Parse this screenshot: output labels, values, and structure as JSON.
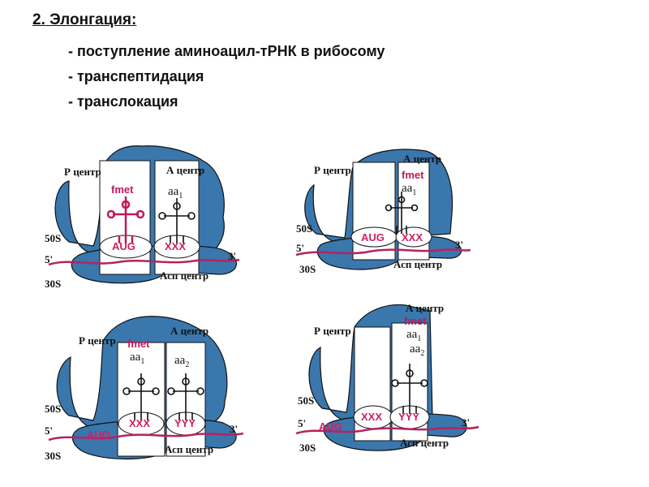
{
  "heading": {
    "number": "2.",
    "title": " Элонгация:"
  },
  "bullets": [
    "- поступление аминоацил-тРНК в рибосому",
    "- транспептидация",
    "- транслокация"
  ],
  "colors": {
    "ribosome": "#3a77ad",
    "mrna": "#b4235f",
    "trna_loaded": "#c2185b",
    "outline": "#111111"
  },
  "panels": [
    {
      "p_label": "Р центр",
      "a_label": "А центр",
      "asp_label": "Асп центр",
      "fmet": "fmet",
      "aa_main": "aa",
      "aa_sub": "1",
      "codon_p": "AUG",
      "codon_a": "XXX",
      "s50": "50S",
      "s30": "30S",
      "five": "5'",
      "three": "3'"
    },
    {
      "p_label": "Р центр",
      "a_label": "А центр",
      "asp_label": "Асп центр",
      "fmet": "fmet",
      "aa_main": "aa",
      "aa_sub": "1",
      "codon_p": "AUG",
      "codon_a": "XXX",
      "s50": "50S",
      "s30": "30S",
      "five": "5'",
      "three": "3'"
    },
    {
      "p_label": "Р центр",
      "a_label": "А центр",
      "asp_label": "Асп центр",
      "fmet": "fmet",
      "aa1_main": "aa",
      "aa1_sub": "1",
      "aa2_main": "aa",
      "aa2_sub": "2",
      "codon_prev": "AUG",
      "codon_p": "XXX",
      "codon_a": "YYY",
      "s50": "50S",
      "s30": "30S",
      "five": "5'",
      "three": "3'"
    },
    {
      "p_label": "Р центр",
      "a_label": "А центр",
      "asp_label": "Асп центр",
      "fmet": "fmet",
      "aa1_main": "aa",
      "aa1_sub": "1",
      "aa2_main": "aa",
      "aa2_sub": "2",
      "codon_prev": "AUG",
      "codon_p": "XXX",
      "codon_a": "YYY",
      "s50": "50S",
      "s30": "30S",
      "five": "5'",
      "three": "3'"
    }
  ]
}
